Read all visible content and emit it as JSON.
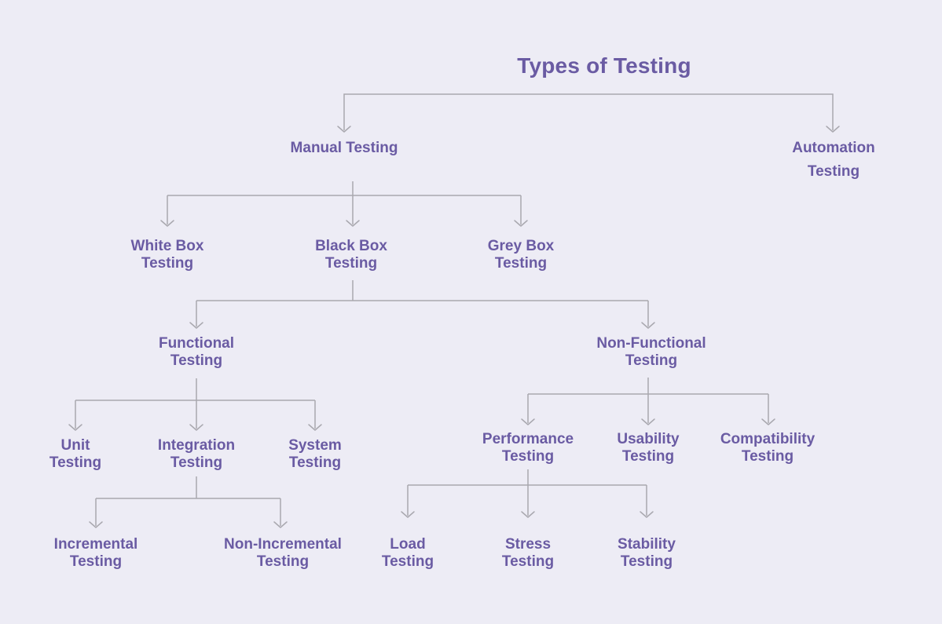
{
  "diagram": {
    "title": "Types of Testing",
    "colors": {
      "background": "#EDECF5",
      "text": "#6A5BA3",
      "line": "#A9A8AF"
    },
    "nodes": {
      "manual": {
        "lines": [
          "Manual Testing"
        ]
      },
      "automation": {
        "lines": [
          "Automation",
          "Testing"
        ]
      },
      "white_box": {
        "lines": [
          "White Box",
          "Testing"
        ]
      },
      "black_box": {
        "lines": [
          "Black Box",
          "Testing"
        ]
      },
      "grey_box": {
        "lines": [
          "Grey Box",
          "Testing"
        ]
      },
      "functional": {
        "lines": [
          "Functional",
          "Testing"
        ]
      },
      "non_functional": {
        "lines": [
          "Non-Functional",
          "Testing"
        ]
      },
      "unit": {
        "lines": [
          "Unit",
          "Testing"
        ]
      },
      "integration": {
        "lines": [
          "Integration",
          "Testing"
        ]
      },
      "system": {
        "lines": [
          "System",
          "Testing"
        ]
      },
      "incremental": {
        "lines": [
          "Incremental",
          "Testing"
        ]
      },
      "non_incremental": {
        "lines": [
          "Non-Incremental",
          "Testing"
        ]
      },
      "performance": {
        "lines": [
          "Performance",
          "Testing"
        ]
      },
      "usability": {
        "lines": [
          "Usability",
          "Testing"
        ]
      },
      "compatibility": {
        "lines": [
          "Compatibility",
          "Testing"
        ]
      },
      "load": {
        "lines": [
          "Load",
          "Testing"
        ]
      },
      "stress": {
        "lines": [
          "Stress",
          "Testing"
        ]
      },
      "stability": {
        "lines": [
          "Stability",
          "Testing"
        ]
      }
    }
  }
}
